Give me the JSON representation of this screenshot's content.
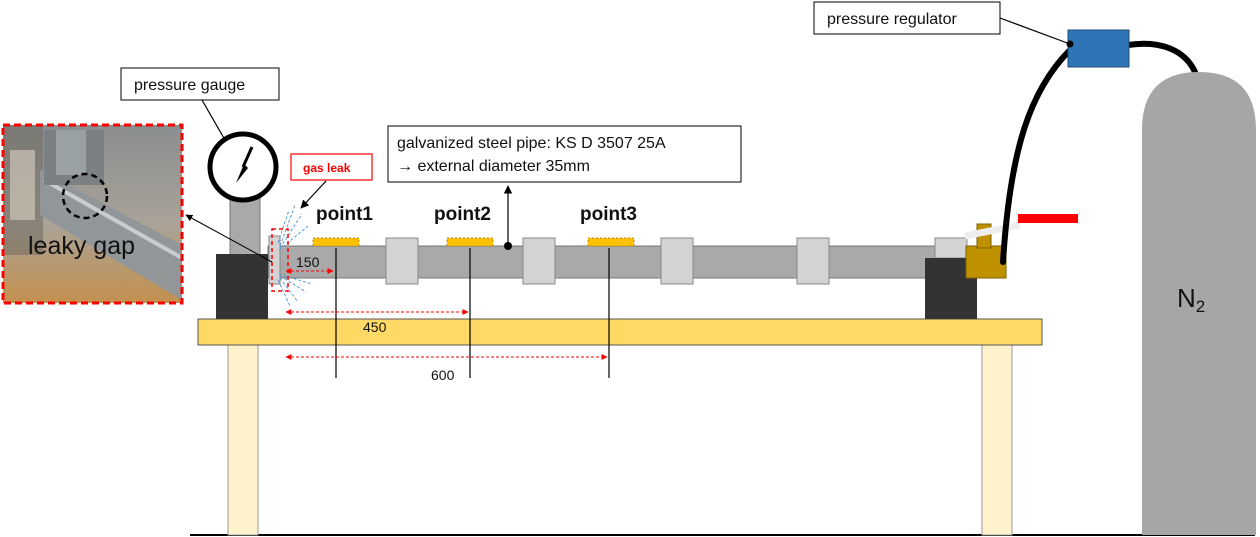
{
  "labels": {
    "pressure_regulator": "pressure regulator",
    "pressure_gauge": "pressure gauge",
    "gas_leak": "gas leak",
    "pipe_line1": "galvanized steel pipe: KS  D  3507  25A",
    "pipe_line2": "→  external diameter 35mm",
    "leaky_gap": "leaky gap",
    "point1": "point1",
    "point2": "point2",
    "point3": "point3",
    "cylinder_gas": "N",
    "cylinder_gas_sub": "2"
  },
  "dimensions": {
    "d1": "150",
    "d2": "450",
    "d3": "600"
  },
  "colors": {
    "pipe": "#a9a9a9",
    "coupling": "#d3d3d3",
    "table_top": "#ffd966",
    "table_leg": "#fff2cc",
    "support_block": "#333333",
    "regulator": "#2e75b6",
    "cylinder": "#a6a6a6",
    "valve": "#bf9000",
    "leak_marker": "#ff0000",
    "sensor_pad": "#ffc000"
  },
  "icons": [
    "pressure-gauge-icon",
    "gas-cylinder-icon",
    "valve-icon",
    "leak-spray-icon"
  ]
}
